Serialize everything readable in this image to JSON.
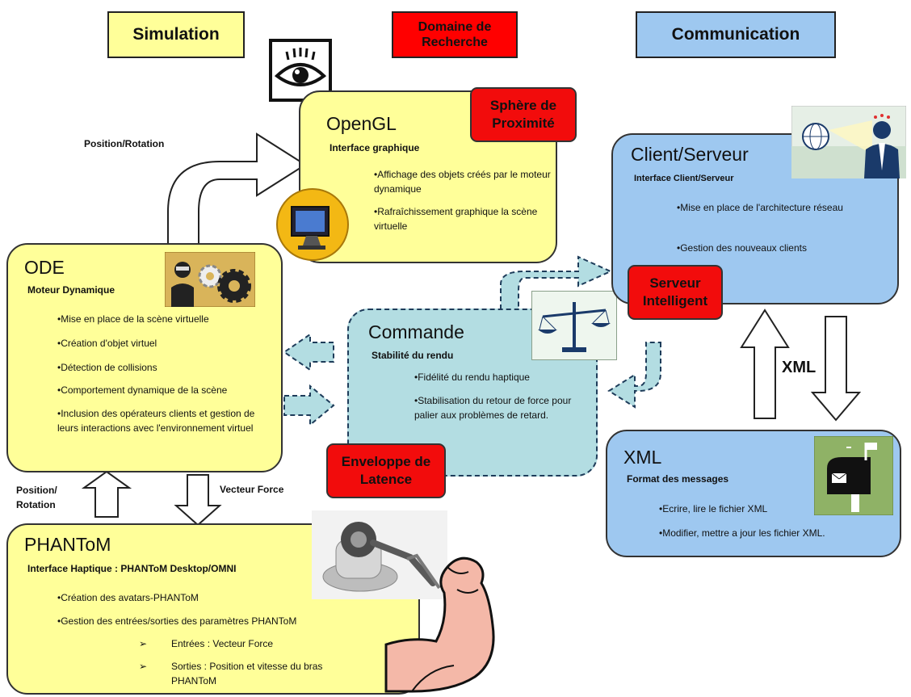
{
  "legend": {
    "simulation": "Simulation",
    "recherche_line1": "Domaine de",
    "recherche_line2": "Recherche",
    "communication": "Communication"
  },
  "opengl": {
    "title": "OpenGL",
    "subtitle": "Interface graphique",
    "bullets": [
      "•Affichage des objets créés par le moteur dynamique",
      "•Rafraîchissement graphique la scène virtuelle"
    ]
  },
  "ode": {
    "title": "ODE",
    "subtitle": "Moteur Dynamique",
    "bullets": [
      "•Mise en place de la scène virtuelle",
      "•Création d'objet virtuel",
      "•Détection de collisions",
      "•Comportement dynamique de la scène",
      "•Inclusion des opérateurs clients et gestion de leurs interactions avec l'environnement virtuel"
    ]
  },
  "commande": {
    "title": "Commande",
    "subtitle": "Stabilité du rendu",
    "bullets": [
      "•Fidélité du rendu haptique",
      "•Stabilisation du retour de force pour palier aux problèmes de retard."
    ]
  },
  "client": {
    "title": "Client/Serveur",
    "subtitle": "Interface Client/Serveur",
    "bullets": [
      "•Mise en place de l'architecture réseau",
      "•Gestion des nouveaux clients"
    ]
  },
  "xml": {
    "title": "XML",
    "subtitle": "Format des messages",
    "bullets": [
      "•Ecrire, lire le fichier XML",
      "•Modifier, mettre a jour les fichier XML."
    ]
  },
  "phantom": {
    "title": "PHANToM",
    "subtitle": "Interface Haptique : PHANToM Desktop/OMNI",
    "bullets": [
      "•Création des avatars-PHANToM",
      "•Gestion des entrées/sorties des paramètres PHANToM"
    ],
    "sub_bullets": [
      "Entrées : Vecteur Force",
      "Sorties : Position et vitesse du bras PHANToM"
    ]
  },
  "red_labels": {
    "sphere_line1": "Sphère de",
    "sphere_line2": "Proximité",
    "serveur_line1": "Serveur",
    "serveur_line2": "Intelligent",
    "enveloppe_line1": "Enveloppe de",
    "enveloppe_line2": "Latence"
  },
  "arrow_labels": {
    "position_rotation": "Position/Rotation",
    "position_line1": "Position/",
    "position_line2": "Rotation",
    "vecteur_force": "Vecteur Force",
    "xml": "XML"
  },
  "colors": {
    "simulation": "#ffff99",
    "recherche": "#ff0000",
    "communication": "#9ec8f0",
    "commande": "#b3dde2",
    "red_label": "#f20c0c"
  },
  "icons": [
    "eye-icon",
    "monitor-icon",
    "gears-person-icon",
    "globe-person-icon",
    "balance-scale-icon",
    "mailbox-icon",
    "haptic-device-icon",
    "arm-icon"
  ]
}
